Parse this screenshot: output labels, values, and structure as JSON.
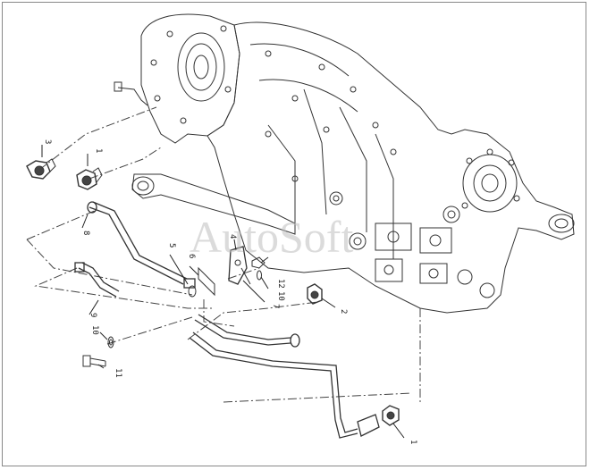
{
  "colors": {
    "line": "#333333",
    "hatch": "#555555",
    "watermark": "#bdbdbd",
    "background": "#ffffff"
  },
  "watermark_logo_text": "AutoSoft",
  "callouts": [
    {
      "id": "c3a",
      "label": "3"
    },
    {
      "id": "c1a",
      "label": "1"
    },
    {
      "id": "c8",
      "label": "8"
    },
    {
      "id": "c9",
      "label": "9"
    },
    {
      "id": "c10a",
      "label": "10"
    },
    {
      "id": "c11",
      "label": "11"
    },
    {
      "id": "c5",
      "label": "5"
    },
    {
      "id": "c6",
      "label": "6"
    },
    {
      "id": "c4",
      "label": "4"
    },
    {
      "id": "c12",
      "label": "12"
    },
    {
      "id": "c10b",
      "label": "10"
    },
    {
      "id": "c7",
      "label": "7"
    },
    {
      "id": "c2",
      "label": "2"
    },
    {
      "id": "c1b",
      "label": "1"
    }
  ]
}
